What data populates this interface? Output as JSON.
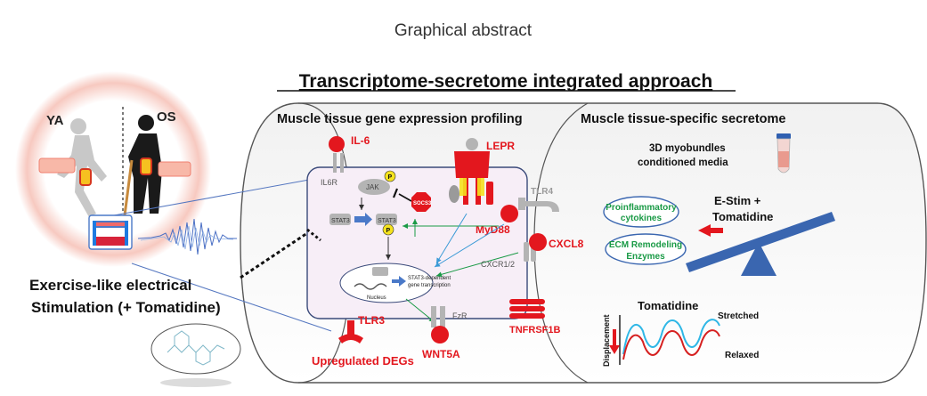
{
  "header": {
    "graphical_abstract": "Graphical abstract",
    "main_title": "Transcriptome-secretome integrated approach"
  },
  "left": {
    "young_label": "YA",
    "old_label": "OS",
    "stim_line1": "Exercise-like electrical",
    "stim_line2": "Stimulation (+ Tomatidine)"
  },
  "muscle": {
    "heading": "Muscle tissue gene expression profiling",
    "il6": "IL-6",
    "il6r": "IL6R",
    "jak": "JAK",
    "p": "P",
    "socs3": "SOCS3",
    "stat3": "STAT3",
    "lepr": "LEPR",
    "tlr4": "TLR4",
    "myd88": "MyD88",
    "cxcl8": "CXCL8",
    "cxcr": "CXCR1/2",
    "stat_dependent_line1": "STAT3-dependent",
    "stat_dependent_line2": "gene transcription",
    "nucleus": "Nucleus",
    "fzr": "FzR",
    "tnfrsf1b": "TNFRSF1B",
    "tlr3": "TLR3",
    "wnt5a": "WNT5A",
    "upregulated": "Upregulated DEGs"
  },
  "secretome": {
    "heading": "Muscle tissue-specific  secretome",
    "myobundles_line1": "3D myobundles",
    "myobundles_line2": "conditioned media",
    "proinflammatory_line1": "Proinflammatory",
    "proinflammatory_line2": "cytokines",
    "ecm_line1": "ECM Remodeling",
    "ecm_line2": "Enzymes",
    "estim_line1": "E-Stim +",
    "estim_line2": "Tomatidine",
    "tomatidine": "Tomatidine",
    "stretched": "Stretched",
    "relaxed": "Relaxed",
    "displacement": "Displacement"
  },
  "colors": {
    "red": "#e3171e",
    "green": "#1a9a46",
    "grey": "#9a9a9a",
    "cell_fill": "#f7eef7",
    "seesaw_blue": "#3a66b0"
  }
}
